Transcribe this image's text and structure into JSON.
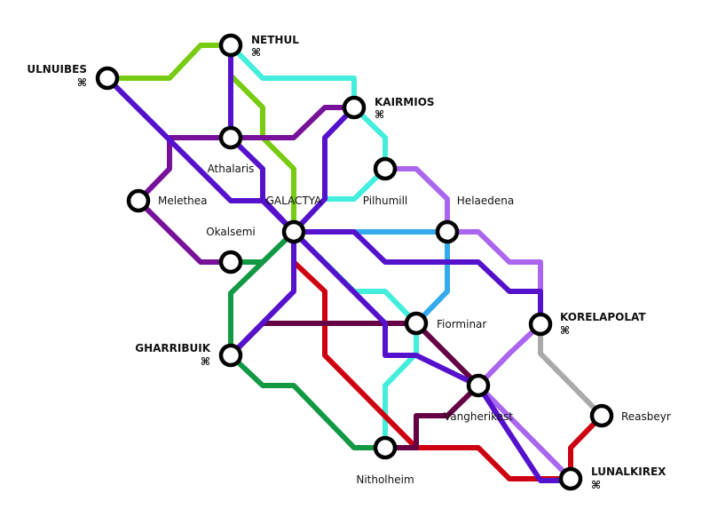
{
  "colors": {
    "background": "#ffffff",
    "station_fill": "#ffffff",
    "station_stroke": "#000000"
  },
  "routes": [
    {
      "id": "lime",
      "color": "#77cc11"
    },
    {
      "id": "cyan",
      "color": "#44eedd"
    },
    {
      "id": "indigo",
      "color": "#5511cc"
    },
    {
      "id": "purple",
      "color": "#771199"
    },
    {
      "id": "lavender",
      "color": "#aa66ee"
    },
    {
      "id": "skyblue",
      "color": "#33aaee"
    },
    {
      "id": "green",
      "color": "#119944"
    },
    {
      "id": "red",
      "color": "#cc0011"
    },
    {
      "id": "maroon",
      "color": "#660044"
    },
    {
      "id": "gray",
      "color": "#aaaaaa"
    }
  ],
  "stations": [
    {
      "id": "nethul",
      "name": "NETHUL",
      "capital": true,
      "capital_icon": "place-of-interest-icon",
      "capital_glyph": "⌘"
    },
    {
      "id": "ulnuibes",
      "name": "ULNUIBES",
      "capital": true,
      "capital_icon": "place-of-interest-icon",
      "capital_glyph": "⌘"
    },
    {
      "id": "kairmios",
      "name": "KAIRMIOS",
      "capital": true,
      "capital_icon": "place-of-interest-icon",
      "capital_glyph": "⌘"
    },
    {
      "id": "athalaris",
      "name": "Athalaris",
      "capital": false
    },
    {
      "id": "pilhumill",
      "name": "Pilhumill",
      "capital": false
    },
    {
      "id": "melethea",
      "name": "Melethea",
      "capital": false
    },
    {
      "id": "galactya",
      "name": "GALACTYA",
      "capital": false
    },
    {
      "id": "helaedena",
      "name": "Helaedena",
      "capital": false
    },
    {
      "id": "okalsemi",
      "name": "Okalsemi",
      "capital": false
    },
    {
      "id": "korelapolat",
      "name": "KORELAPOLAT",
      "capital": true,
      "capital_icon": "place-of-interest-icon",
      "capital_glyph": "⌘"
    },
    {
      "id": "fiorminar",
      "name": "Fiorminar",
      "capital": false
    },
    {
      "id": "gharribuik",
      "name": "GHARRIBUIK",
      "capital": true,
      "capital_icon": "place-of-interest-icon",
      "capital_glyph": "⌘"
    },
    {
      "id": "vangherikest",
      "name": "Vangherikest",
      "capital": false
    },
    {
      "id": "reasbeyr",
      "name": "Reasbeyr",
      "capital": false
    },
    {
      "id": "nitholheim",
      "name": "Nitholheim",
      "capital": false
    },
    {
      "id": "lunalkirex",
      "name": "LUNALKIREX",
      "capital": true,
      "capital_icon": "place-of-interest-icon",
      "capital_glyph": "⌘"
    }
  ]
}
